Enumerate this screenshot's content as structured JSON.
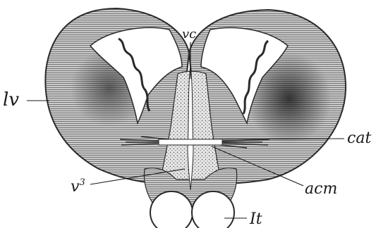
{
  "labels": {
    "lv": "lv",
    "vc": "vc",
    "cat": "cat",
    "v3": "v",
    "v3_sup": "3",
    "acm": "acm",
    "It": "It"
  }
}
